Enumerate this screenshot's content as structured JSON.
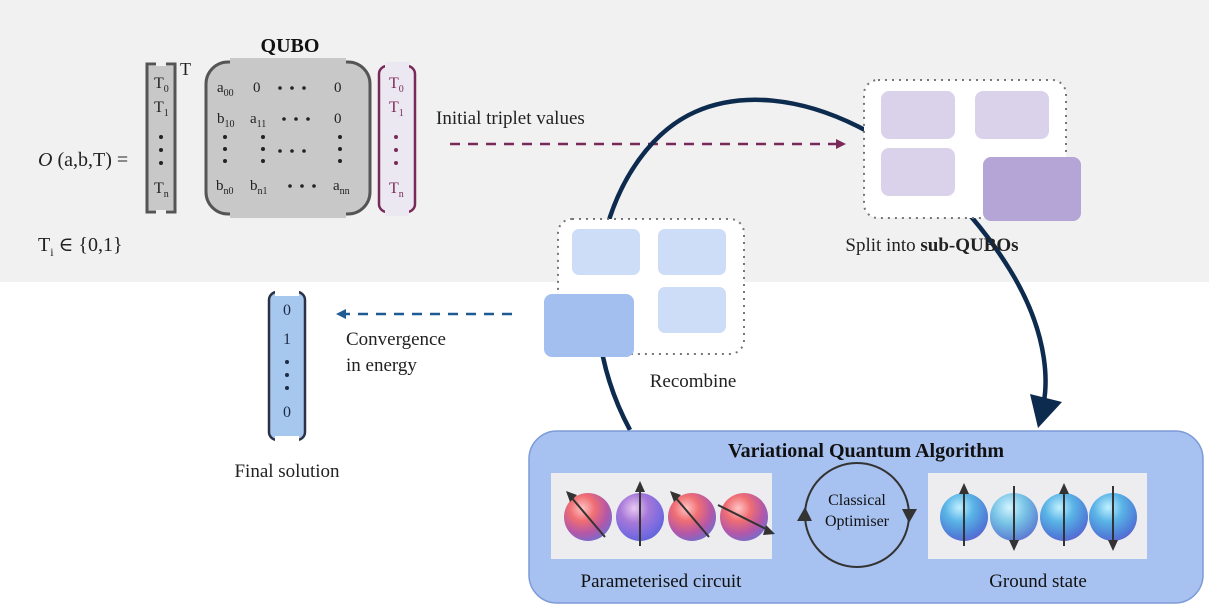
{
  "equation": {
    "objective_func": "O",
    "objective_args": " (a,b,T) =",
    "transpose": "T",
    "qubo_title": "QUBO",
    "domain": {
      "base": "T",
      "sub": "i",
      "rest": " ∈ {0,1}"
    },
    "vector_left": [
      {
        "base": "T",
        "sub": "0"
      },
      {
        "base": "T",
        "sub": "1"
      },
      {
        "base": "T",
        "sub": "n"
      }
    ],
    "vector_right": [
      {
        "base": "T",
        "sub": "0"
      },
      {
        "base": "T",
        "sub": "1"
      },
      {
        "base": "T",
        "sub": "n"
      }
    ],
    "matrix": {
      "row1": [
        {
          "base": "a",
          "sub": "00"
        },
        {
          "base": "0",
          "sub": ""
        },
        {
          "base": "0",
          "sub": ""
        }
      ],
      "row2": [
        {
          "base": "b",
          "sub": "10"
        },
        {
          "base": "a",
          "sub": "11"
        },
        {
          "base": "0",
          "sub": ""
        }
      ],
      "rown": [
        {
          "base": "b",
          "sub": "n0"
        },
        {
          "base": "b",
          "sub": "n1"
        },
        {
          "base": "a",
          "sub": "nn"
        }
      ]
    }
  },
  "labels": {
    "initial_triplet": "Initial triplet values",
    "split_prefix": "Split into ",
    "split_bold": "sub-QUBOs",
    "recombine": "Recombine",
    "convergence_line1": "Convergence",
    "convergence_line2": "in energy",
    "final_solution": "Final solution",
    "vqa_title": "Variational Quantum Algorithm",
    "parameterised_circuit": "Parameterised circuit",
    "ground_state": "Ground state",
    "optimiser_line1": "Classical",
    "optimiser_line2": "Optimiser"
  },
  "final_vector": [
    "0",
    "1",
    "0"
  ],
  "colors": {
    "top_band": "#f1f1f1",
    "qubo_gray": "#c8c8c8",
    "triplet_purple": "#7a2a5a",
    "arrow_navy": "#0d2b4e",
    "convergence_blue": "#1f5a93",
    "vqa_panel": "#a7c1f0",
    "sub_qubo_light": "#d9d2ea",
    "sub_qubo_dark": "#b5a5d6",
    "recombine_light": "#cddcf7",
    "recombine_dark": "#a3bff0",
    "final_vector_fill": "#a7c8ee"
  },
  "icons": [
    "qubit-sphere-icon",
    "cycle-arrows-icon"
  ]
}
